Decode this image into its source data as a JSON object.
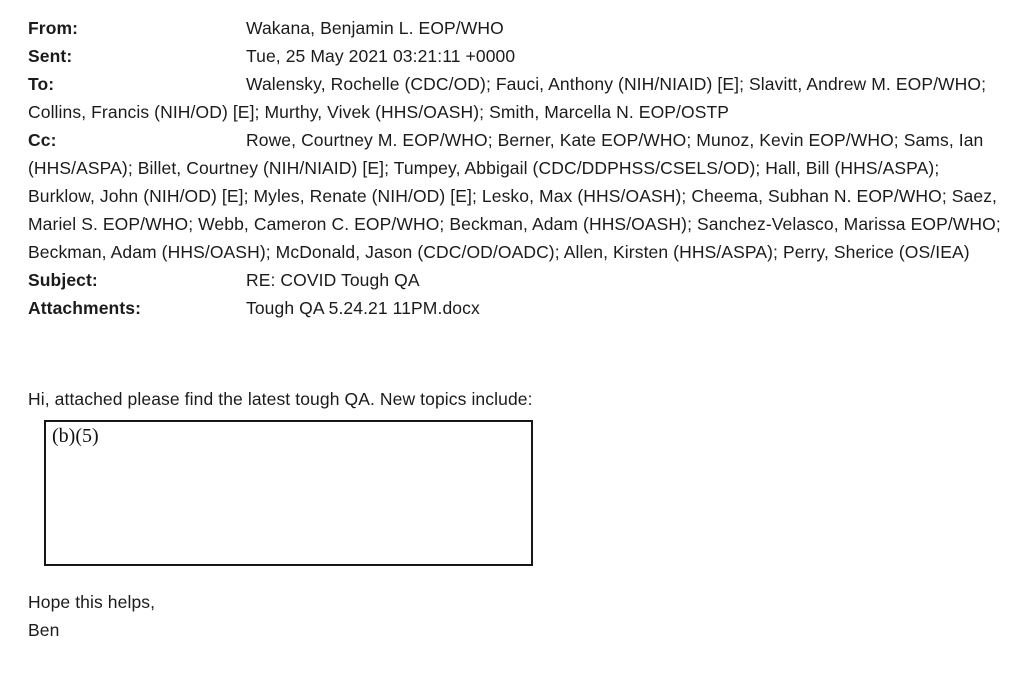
{
  "email": {
    "headers": [
      {
        "label": "From:",
        "value": "Wakana, Benjamin L. EOP/WHO"
      },
      {
        "label": "Sent:",
        "value": "Tue, 25 May 2021 03:21:11 +0000"
      },
      {
        "label": "To:",
        "value": "Walensky, Rochelle (CDC/OD); Fauci, Anthony (NIH/NIAID) [E]; Slavitt, Andrew M. EOP/WHO; Collins, Francis (NIH/OD) [E]; Murthy, Vivek (HHS/OASH); Smith, Marcella N. EOP/OSTP"
      },
      {
        "label": "Cc:",
        "value": "Rowe, Courtney M. EOP/WHO; Berner, Kate EOP/WHO; Munoz, Kevin EOP/WHO; Sams, Ian (HHS/ASPA); Billet, Courtney (NIH/NIAID) [E]; Tumpey, Abbigail (CDC/DDPHSS/CSELS/OD); Hall, Bill (HHS/ASPA); Burklow, John (NIH/OD) [E]; Myles, Renate (NIH/OD) [E]; Lesko, Max (HHS/OASH); Cheema, Subhan N. EOP/WHO; Saez, Mariel S. EOP/WHO; Webb, Cameron C. EOP/WHO; Beckman, Adam (HHS/OASH); Sanchez-Velasco, Marissa EOP/WHO; Beckman, Adam (HHS/OASH); McDonald, Jason (CDC/OD/OADC); Allen, Kirsten (HHS/ASPA); Perry, Sherice (OS/IEA)"
      },
      {
        "label": "Subject:",
        "value": "RE: COVID Tough QA"
      },
      {
        "label": "Attachments:",
        "value": "Tough QA 5.24.21 11PM.docx"
      }
    ],
    "body": {
      "greeting_line": "Hi, attached please find the latest tough QA. New topics include:",
      "redaction_code": "(b)(5)",
      "closing_line": "Hope this helps,",
      "signature": "Ben"
    }
  },
  "colors": {
    "text": "#1b1b1b",
    "background": "#ffffff",
    "redaction_border": "#161616"
  }
}
